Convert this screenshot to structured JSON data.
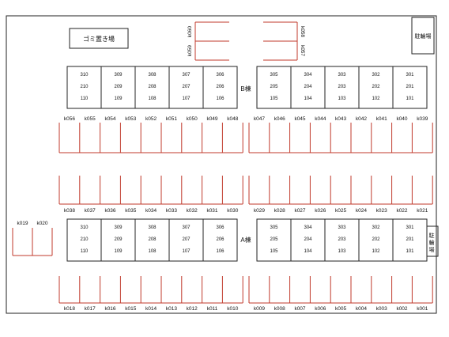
{
  "labels": {
    "garbage": "ゴミ置き場",
    "bike_parking": "駐輪場",
    "bldg_b": "B棟",
    "bldg_a": "A棟",
    "bike_parking_right": [
      "駐",
      "輪",
      "場"
    ]
  },
  "building_b": {
    "left_units": [
      [
        "310",
        "210",
        "110"
      ],
      [
        "309",
        "209",
        "109"
      ],
      [
        "308",
        "208",
        "108"
      ],
      [
        "307",
        "207",
        "107"
      ],
      [
        "306",
        "206",
        "106"
      ]
    ],
    "right_units": [
      [
        "305",
        "205",
        "105"
      ],
      [
        "304",
        "204",
        "104"
      ],
      [
        "303",
        "203",
        "103"
      ],
      [
        "302",
        "202",
        "102"
      ],
      [
        "301",
        "201",
        "101"
      ]
    ]
  },
  "building_a": {
    "left_units": [
      [
        "310",
        "210",
        "110"
      ],
      [
        "309",
        "209",
        "109"
      ],
      [
        "308",
        "208",
        "108"
      ],
      [
        "307",
        "207",
        "107"
      ],
      [
        "306",
        "206",
        "106"
      ]
    ],
    "right_units": [
      [
        "305",
        "205",
        "105"
      ],
      [
        "304",
        "204",
        "104"
      ],
      [
        "303",
        "203",
        "103"
      ],
      [
        "302",
        "202",
        "102"
      ],
      [
        "301",
        "201",
        "101"
      ]
    ]
  },
  "spaces": {
    "top_left": [
      "k056",
      "k055",
      "k054",
      "k053",
      "k052",
      "k051",
      "k050",
      "k049",
      "k048"
    ],
    "top_right": [
      "k047",
      "k046",
      "k045",
      "k044",
      "k043",
      "k042",
      "k041",
      "k040",
      "k039"
    ],
    "mid_left": [
      "k038",
      "k037",
      "k036",
      "k035",
      "k034",
      "k033",
      "k032",
      "k031",
      "k030"
    ],
    "mid_right": [
      "k029",
      "k028",
      "k027",
      "k026",
      "k025",
      "k024",
      "k023",
      "k022",
      "k021"
    ],
    "bottom_left": [
      "k018",
      "k017",
      "k016",
      "k015",
      "k014",
      "k013",
      "k012",
      "k011",
      "k010"
    ],
    "bottom_right": [
      "k009",
      "k008",
      "k007",
      "k006",
      "k005",
      "k004",
      "k003",
      "k002",
      "k001"
    ],
    "side_left": [
      "k019",
      "k020"
    ],
    "top_vertical_left": [
      "k060",
      "k059"
    ],
    "top_vertical_right": [
      "k058",
      "k057"
    ]
  },
  "colors": {
    "space_line": "#c0392b",
    "outline": "#222222"
  }
}
